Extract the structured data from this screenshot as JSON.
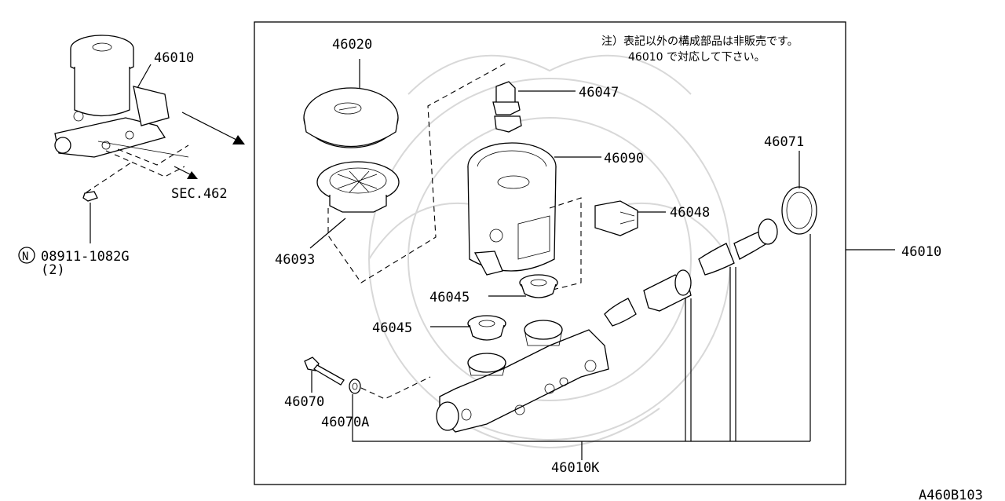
{
  "note": {
    "line1": "注）表記以外の構成部品は非販売です。",
    "line2": "46010 で対応して下さい。"
  },
  "labels": {
    "assembly_small": "46010",
    "assembly_right": "46010",
    "sec_ref": "SEC.462",
    "nut_symbol": "N",
    "nut_part": "08911-1082G",
    "nut_qty": "(2)",
    "cap": "46020",
    "strainer": "46093",
    "reservoir": "46090",
    "reservoir_pin": "46047",
    "switch": "46048",
    "grommet_upper": "46045",
    "grommet_lower": "46045",
    "seal_ring": "46071",
    "bolt": "46070",
    "washer": "46070A",
    "kit": "46010K",
    "figure_code": "A460B103"
  }
}
